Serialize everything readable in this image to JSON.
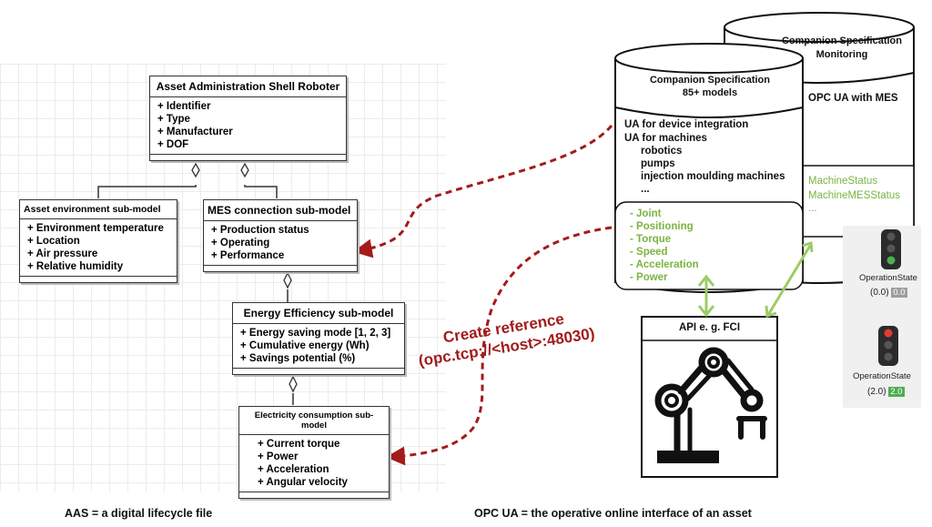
{
  "aas": {
    "main": {
      "title": "Asset Administration Shell Roboter",
      "attrs": [
        "+ Identifier",
        "+ Type",
        "+ Manufacturer",
        "+ DOF"
      ]
    },
    "environment": {
      "title": "Asset environment sub-model",
      "attrs": [
        "+ Environment temperature",
        "+ Location",
        "+ Air pressure",
        "+ Relative humidity"
      ]
    },
    "mes": {
      "title": "MES connection sub-model",
      "attrs": [
        "+ Production status",
        "+ Operating",
        "+ Performance"
      ]
    },
    "energy": {
      "title": "Energy Efficiency sub-model",
      "attrs": [
        "+ Energy saving mode [1, 2, 3]",
        "+ Cumulative energy (Wh)",
        "+ Savings potential (%)"
      ]
    },
    "electricity": {
      "title": "Electricity consumption sub-model",
      "attrs": [
        "+ Current torque",
        "+ Power",
        "+ Acceleration",
        "+ Angular velocity"
      ]
    }
  },
  "reference": {
    "line1": "Create reference",
    "line2": "(opc.tcp://<host>:48030)"
  },
  "opcua": {
    "front_cylinder": {
      "title_line1": "Companion Specification",
      "title_line2": "85+ models",
      "lines": [
        "UA for device integration",
        "UA for machines"
      ],
      "sub_lines": [
        "robotics",
        "pumps",
        "injection moulding machines",
        "..."
      ],
      "green_items": [
        "- Joint",
        "- Positioning",
        "- Torque",
        "- Speed",
        "- Acceleration",
        "- Power"
      ]
    },
    "back_cylinder": {
      "title_line1": "Companion Specification",
      "title_line2": "Monitoring",
      "subtitle": "OPC UA with MES",
      "green_items": [
        "MachineStatus",
        "MachineMESStatus",
        "..."
      ]
    },
    "api_label": "API e. g. FCI",
    "states": [
      {
        "label": "OperationState",
        "value": "(0.0)",
        "badge": "0.0",
        "light": "green"
      },
      {
        "label": "OperationState",
        "value": "(2.0)",
        "badge": "2.0",
        "light": "red"
      }
    ]
  },
  "captions": {
    "left": "AAS = a digital lifecycle file",
    "right": "OPC UA = the operative online interface of an asset"
  },
  "colors": {
    "dashed_arrow": "#a31b1b",
    "green_text": "#7cb342",
    "arrow_green": "#9ccc65",
    "badge_grey": "#9e9e9e",
    "badge_green": "#4caf50"
  }
}
